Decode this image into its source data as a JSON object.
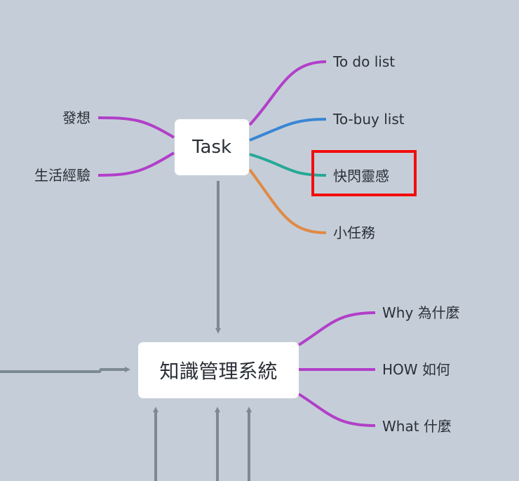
{
  "central": {
    "label": "知識管理系統"
  },
  "task": {
    "label": "Task"
  },
  "task_left_branches": [
    {
      "label": "發想",
      "color": "#b23fc9"
    },
    {
      "label": "生活經驗",
      "color": "#b23fc9"
    }
  ],
  "task_right_branches": [
    {
      "label": "To do list",
      "color": "#b23fc9"
    },
    {
      "label": "To-buy list",
      "color": "#3a86d4"
    },
    {
      "label": "快閃靈感",
      "color": "#27a897",
      "highlighted": true
    },
    {
      "label": "小任務",
      "color": "#e08a45"
    }
  ],
  "central_right_branches": [
    {
      "label": "Why 為什麼",
      "color": "#b23fc9"
    },
    {
      "label": "HOW 如何",
      "color": "#b23fc9"
    },
    {
      "label": "What 什麼",
      "color": "#b23fc9"
    }
  ],
  "colors": {
    "background": "#c5ced8",
    "arrow": "#7d8994",
    "highlight": "#f20d0d"
  }
}
